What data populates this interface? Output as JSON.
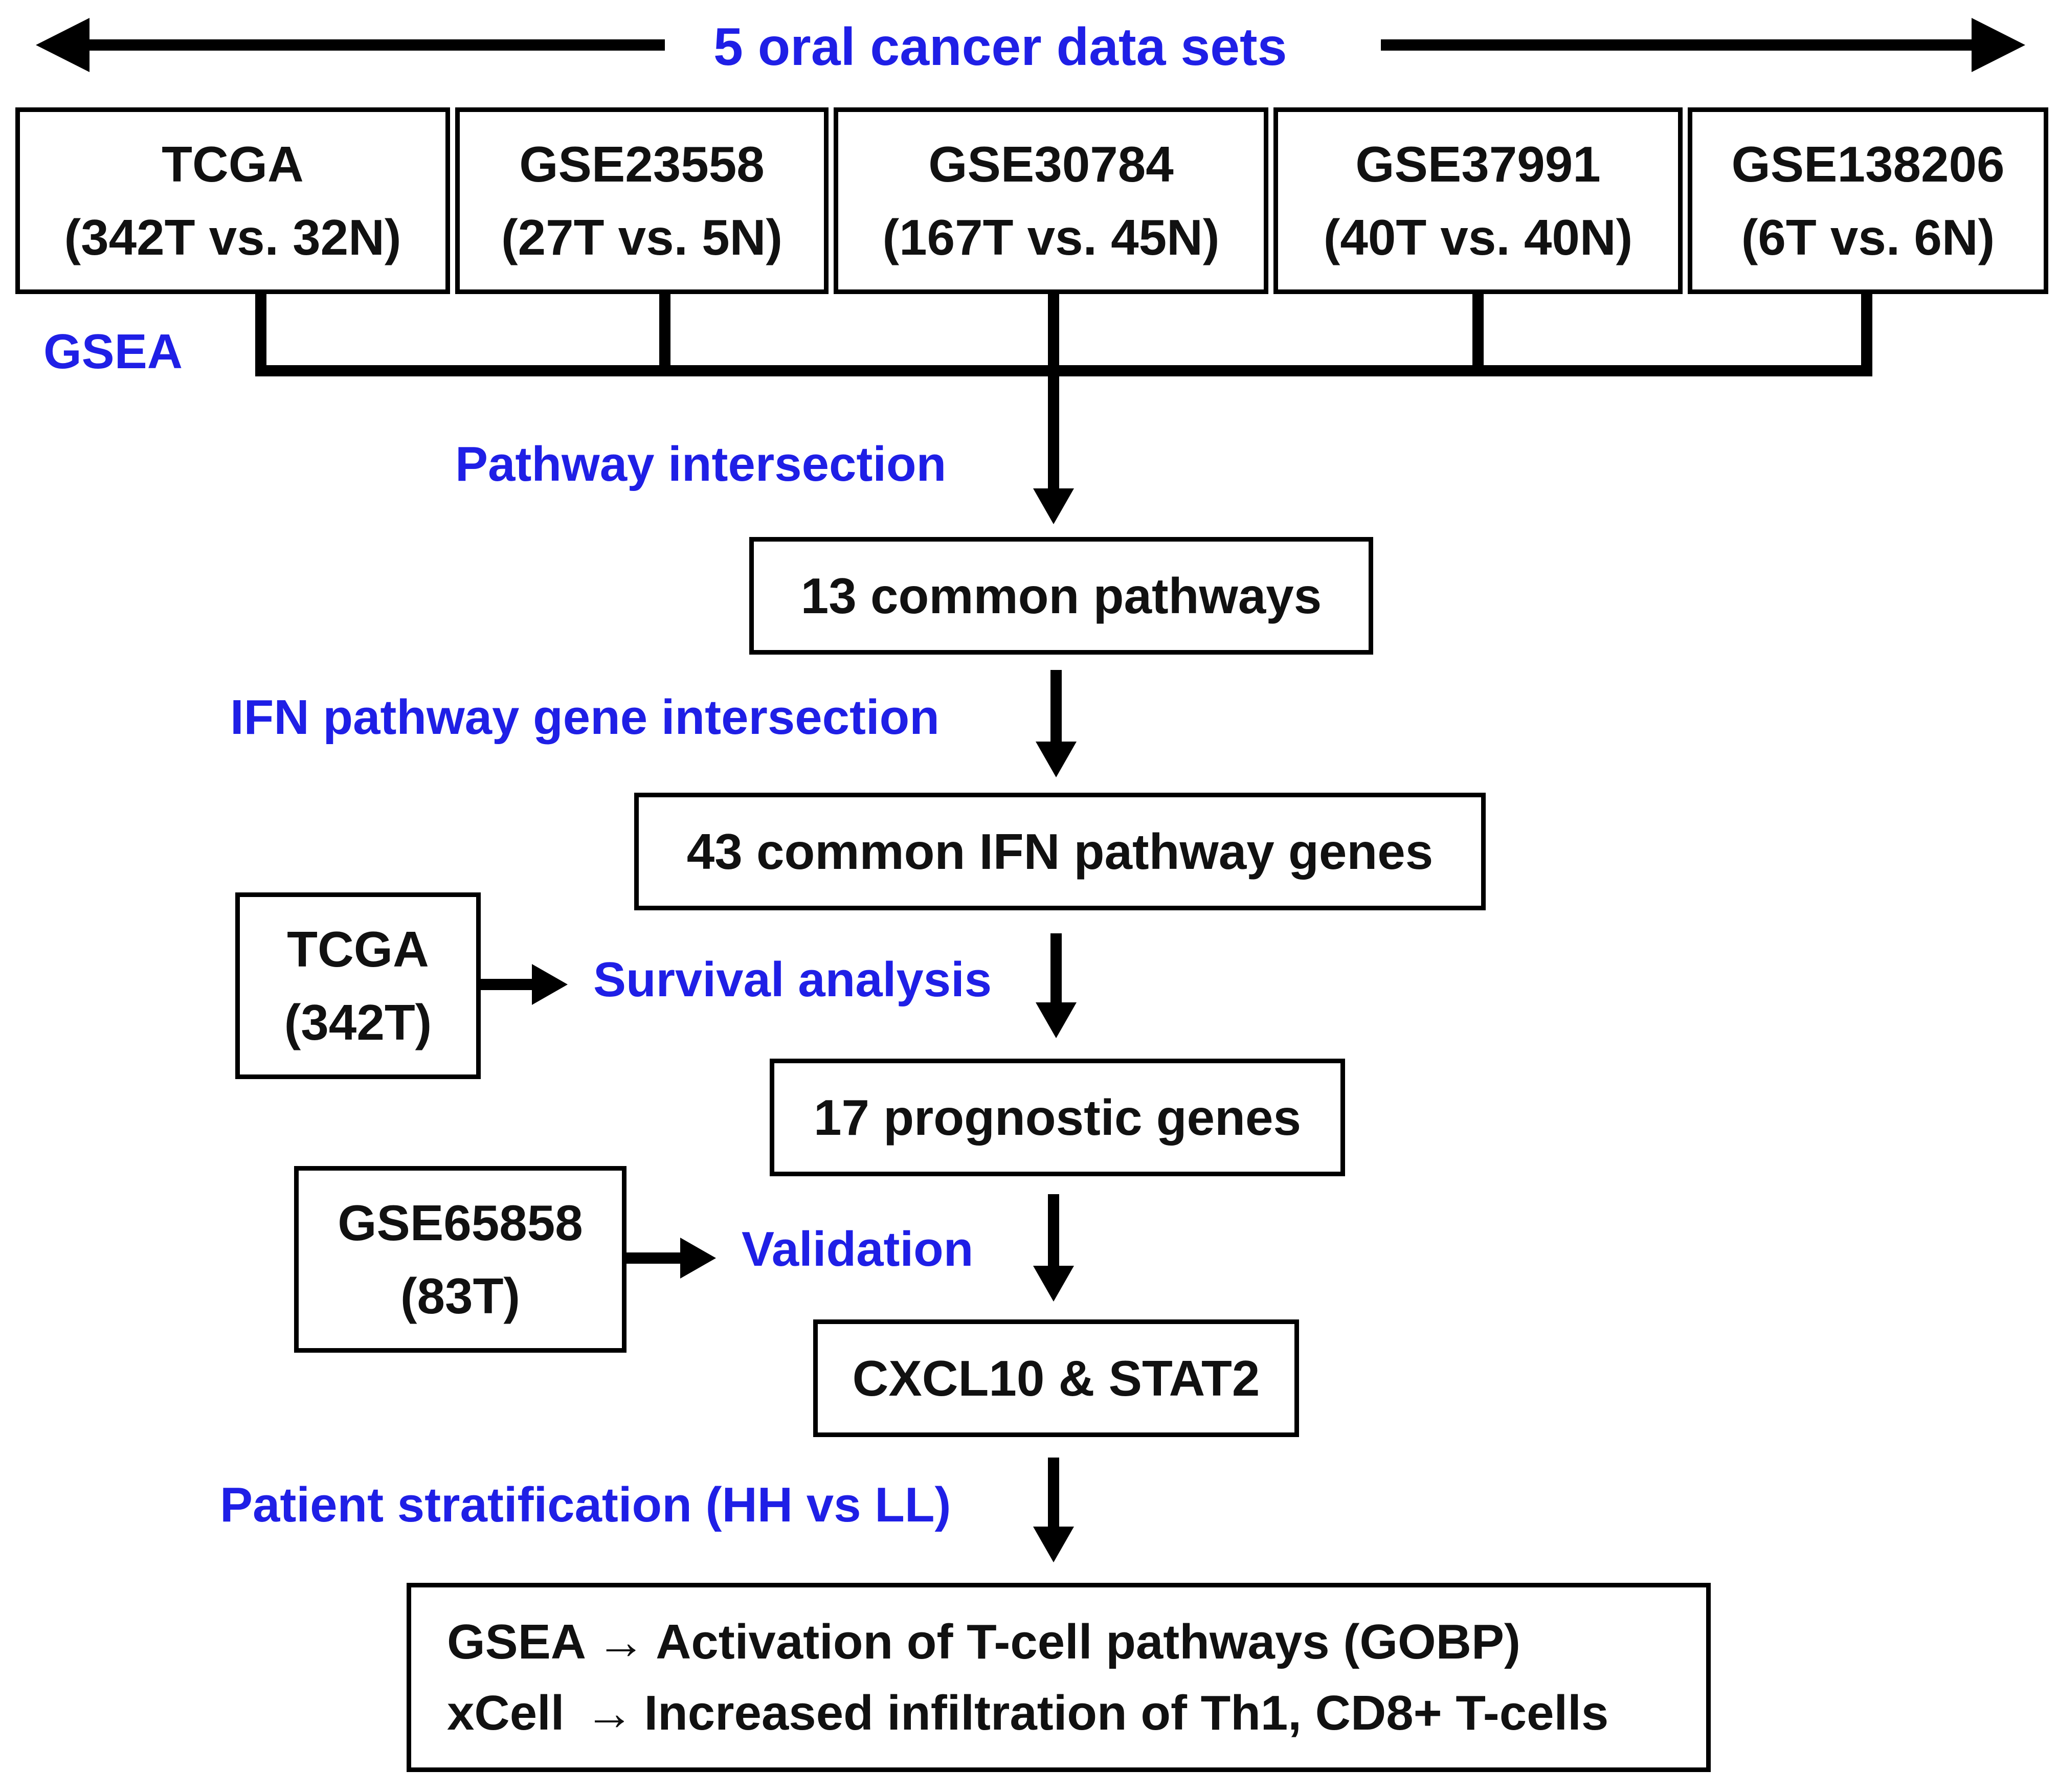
{
  "header": {
    "title": "5 oral cancer data sets"
  },
  "datasets": [
    {
      "name": "TCGA",
      "samples": "(342T vs. 32N)"
    },
    {
      "name": "GSE23558",
      "samples": "(27T vs. 5N)"
    },
    {
      "name": "GSE30784",
      "samples": "(167T vs. 45N)"
    },
    {
      "name": "GSE37991",
      "samples": "(40T vs. 40N)"
    },
    {
      "name": "GSE138206",
      "samples": "(6T vs. 6N)"
    }
  ],
  "steps": {
    "gsea": "GSEA",
    "pathway_intersection": "Pathway intersection",
    "common_pathways": "13 common pathways",
    "ifn_intersection": "IFN pathway gene intersection",
    "common_ifn_genes": "43 common IFN pathway genes",
    "survival_analysis": "Survival analysis",
    "prognostic_genes": "17 prognostic genes",
    "validation": "Validation",
    "key_genes": "CXCL10 & STAT2",
    "stratification": "Patient stratification (HH vs LL)"
  },
  "side_inputs": {
    "survival": {
      "name": "TCGA",
      "samples": "(342T)"
    },
    "validation": {
      "name": "GSE65858",
      "samples": "(83T)"
    }
  },
  "final": {
    "line1_method": "GSEA",
    "line1_result": "Activation of T-cell pathways (GOBP)",
    "line2_method": "xCell",
    "line2_result": "Increased infiltration of Th1, CD8+ T-cells",
    "arrow_glyph": "→"
  },
  "colors": {
    "label_blue": "#1f1fe6",
    "stroke": "#000000"
  }
}
